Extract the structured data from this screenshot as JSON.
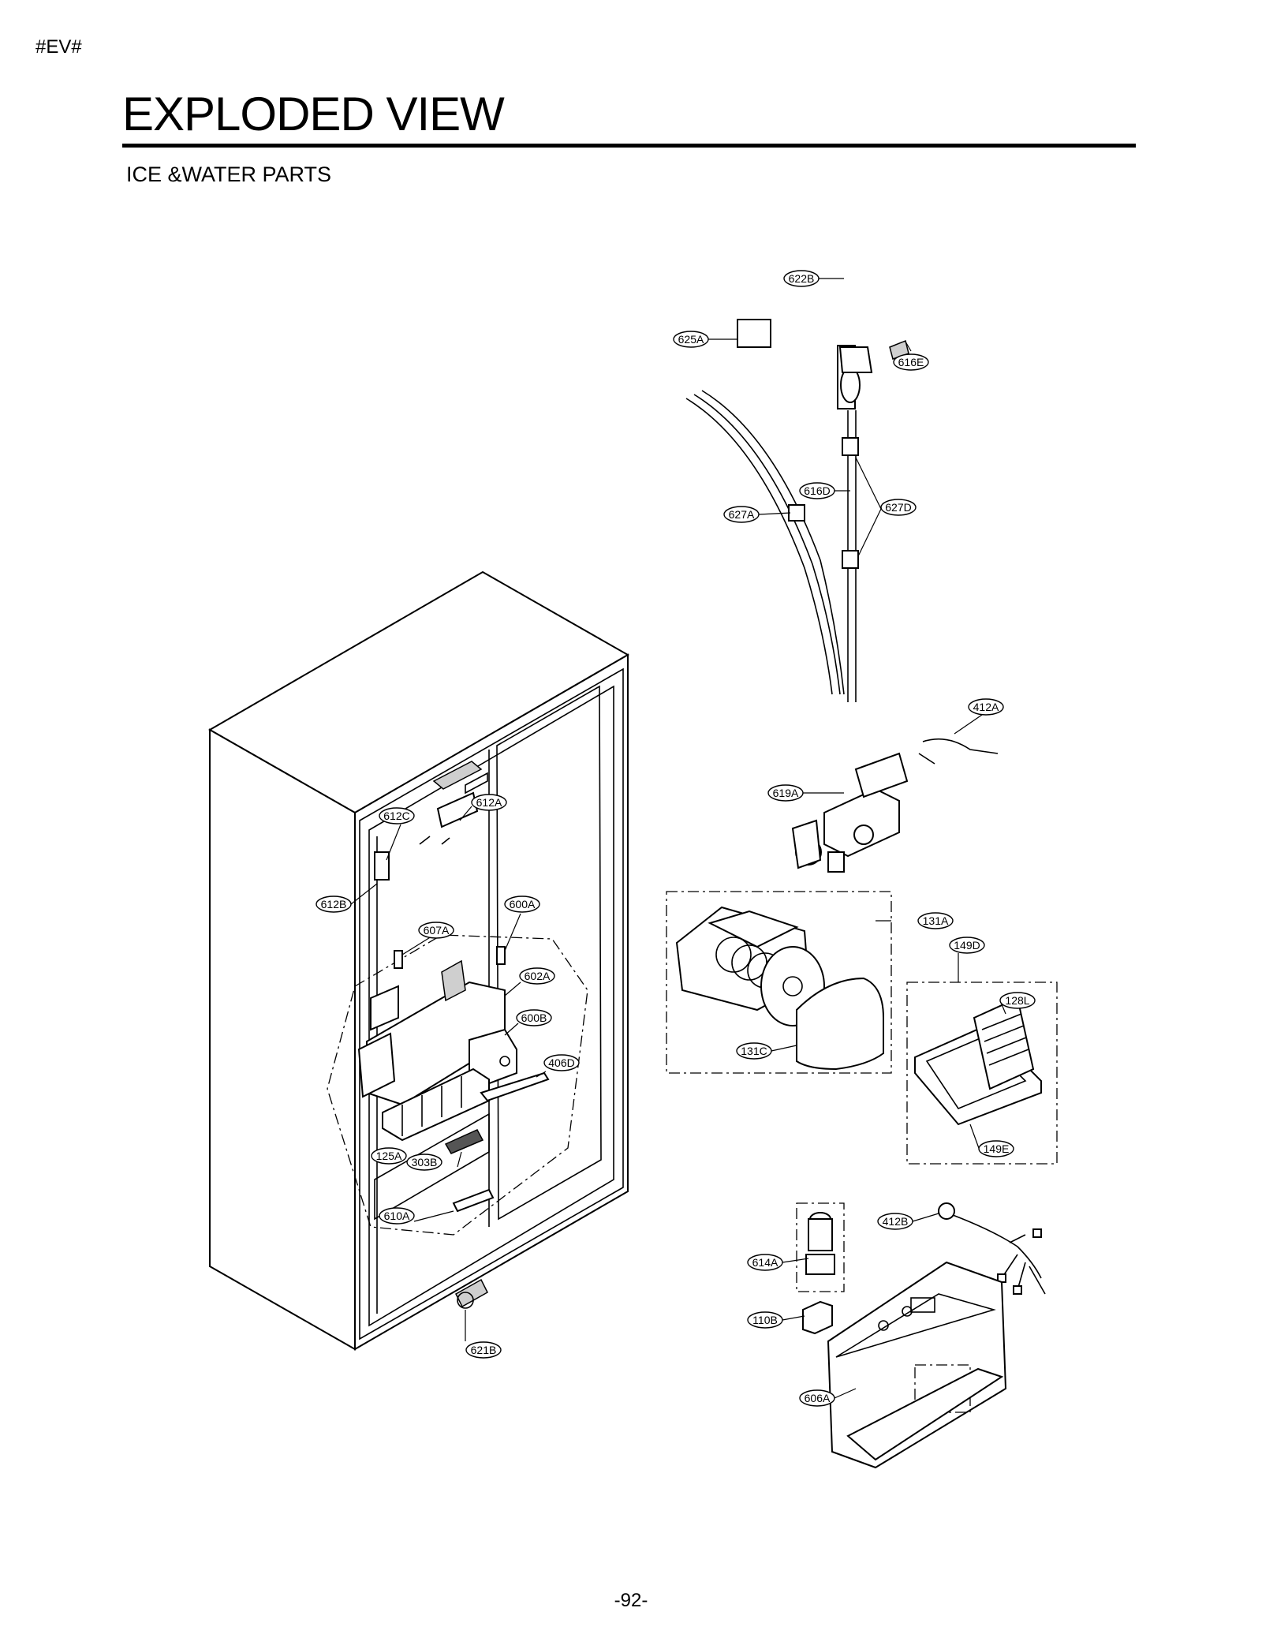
{
  "header": {
    "marker": "#EV#",
    "title": "EXPLODED VIEW",
    "subtitle": "ICE &WATER PARTS"
  },
  "footer": {
    "page_number": "-92-"
  },
  "labels": {
    "l625A": "625A",
    "l622B": "622B",
    "l616E": "616E",
    "l616D": "616D",
    "l627D": "627D",
    "l627A": "627A",
    "l412A": "412A",
    "l619A": "619A",
    "l612A": "612A",
    "l612C": "612C",
    "l612B": "612B",
    "l600A": "600A",
    "l607A": "607A",
    "l602A": "602A",
    "l600B": "600B",
    "l406D": "406D",
    "l125A": "125A",
    "l303B": "303B",
    "l610A": "610A",
    "l621B": "621B",
    "l131A": "131A",
    "l149D": "149D",
    "l128L": "128L",
    "l131C": "131C",
    "l149E": "149E",
    "l412B": "412B",
    "l614A": "614A",
    "l110B": "110B",
    "l606A": "606A"
  }
}
